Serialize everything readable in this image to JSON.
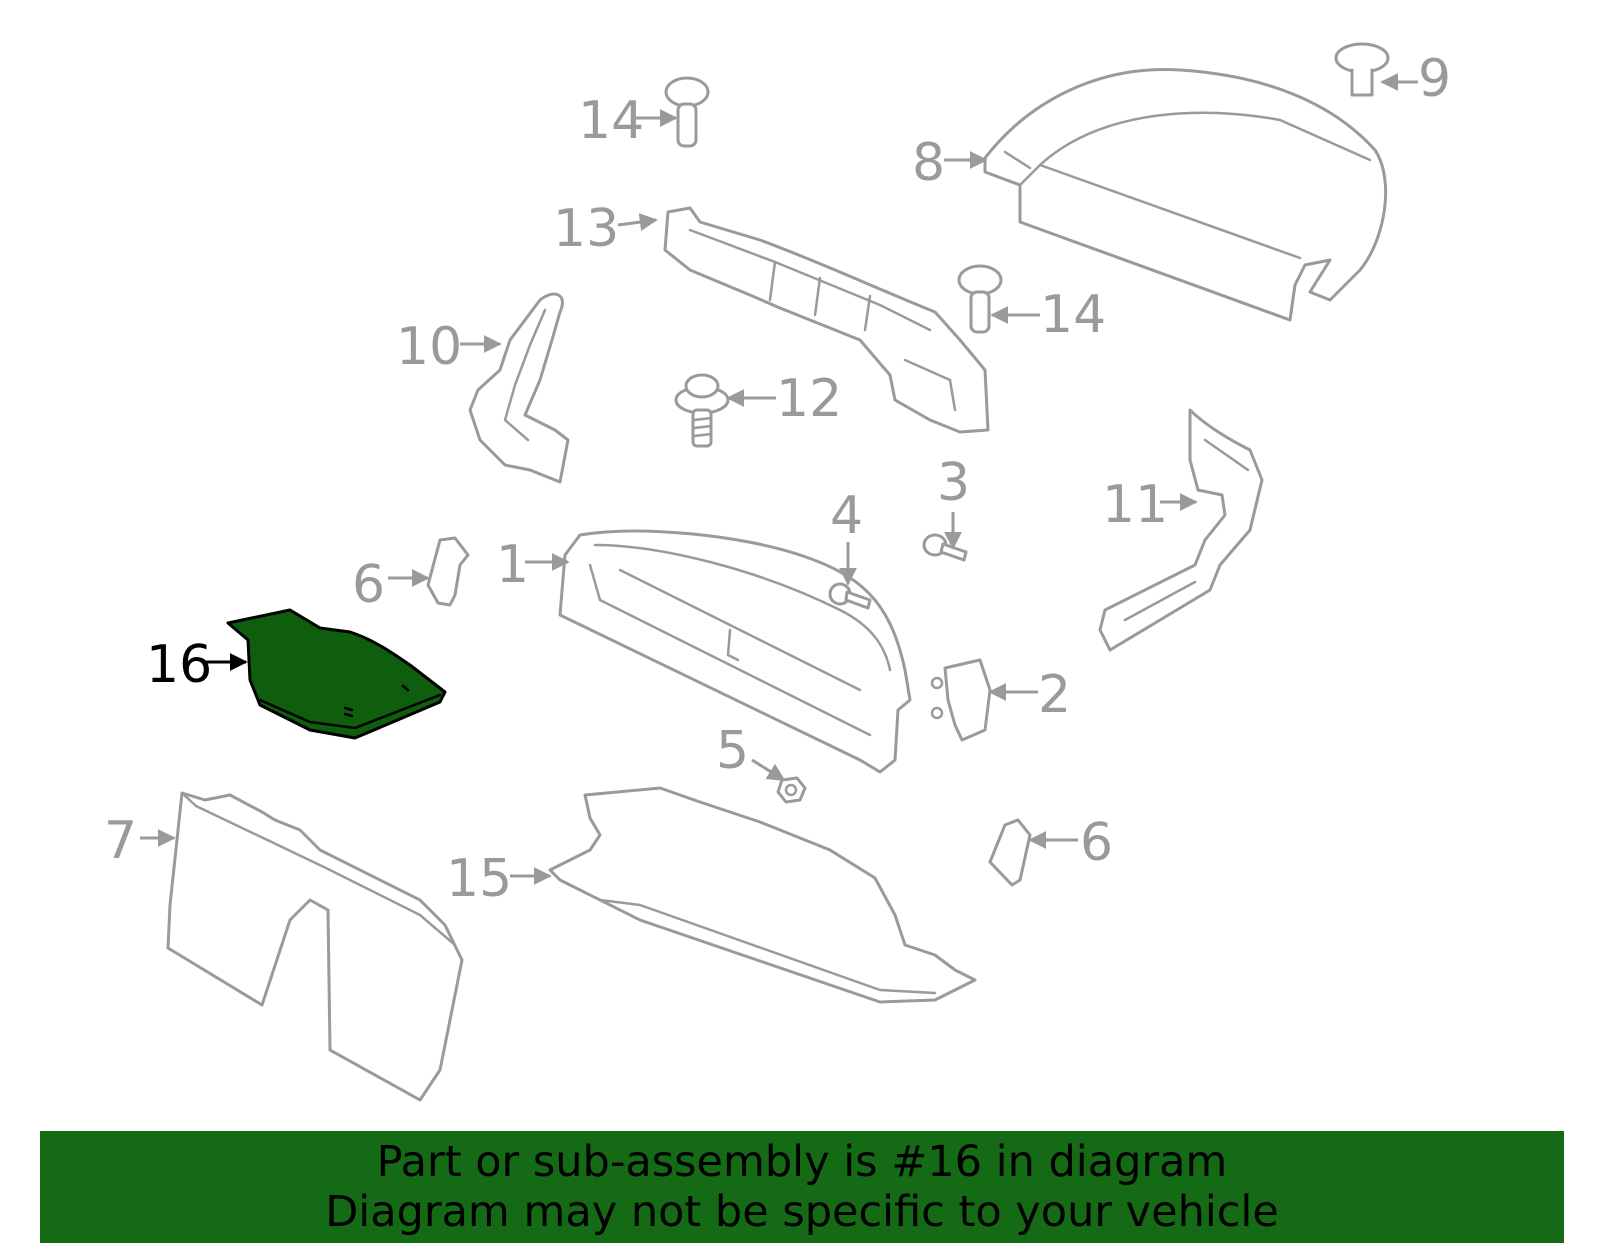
{
  "callouts": {
    "c1": "1",
    "c2": "2",
    "c3": "3",
    "c4": "4",
    "c5": "5",
    "c6a": "6",
    "c6b": "6",
    "c7": "7",
    "c8": "8",
    "c9": "9",
    "c10": "10",
    "c11": "11",
    "c12": "12",
    "c13": "13",
    "c14a": "14",
    "c14b": "14",
    "c15": "15",
    "c16": "16"
  },
  "highlighted_part": "16",
  "colors": {
    "highlight_fill": "#0e5e0e",
    "banner_bg": "#156b15",
    "line": "#9a9a9a"
  },
  "banner": {
    "line1": "Part or sub-assembly is #16 in diagram",
    "line2": "Diagram may not be specific to your vehicle"
  }
}
